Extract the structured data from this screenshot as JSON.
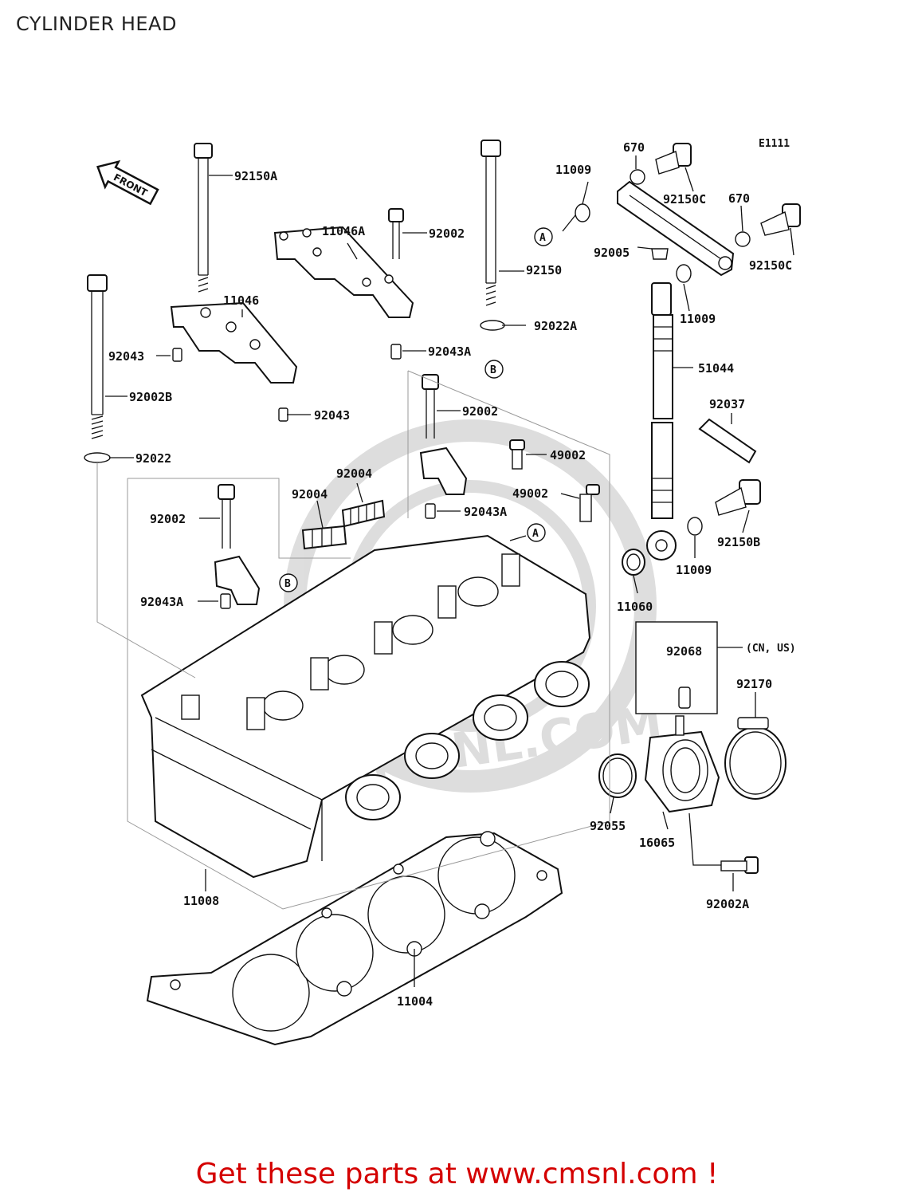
{
  "page_title": "CYLINDER HEAD",
  "diagram_code": "E1111",
  "front_label": "FRONT",
  "footer_text": "Get these parts at www.cmsnl.com !",
  "region_note": "(CN, US)",
  "watermark": "CMSNL.COM",
  "ref_markers": [
    "A",
    "B"
  ],
  "part_labels": {
    "p92150A": "92150A",
    "p11046A": "11046A",
    "p92002_top": "92002",
    "p92150": "92150",
    "p11009_top": "11009",
    "p670_a": "670",
    "p92150C_a": "92150C",
    "p670_b": "670",
    "p92150C_b": "92150C",
    "p92005": "92005",
    "p11009_mid": "11009",
    "p11046": "11046",
    "p92022A": "92022A",
    "p92043_a": "92043",
    "p92043A_top": "92043A",
    "p51044": "51044",
    "p92002B": "92002B",
    "p92043_b": "92043",
    "p92002_mid": "92002",
    "p92037": "92037",
    "p49002_a": "49002",
    "p92022": "92022",
    "p92004_a": "92004",
    "p92004_b": "92004",
    "p49002_b": "49002",
    "p92043A_mid": "92043A",
    "p92002_left": "92002",
    "p92150B": "92150B",
    "p11009_low": "11009",
    "p92043A_left": "92043A",
    "p11060": "11060",
    "p92068": "92068",
    "p92170": "92170",
    "p92055": "92055",
    "p16065": "16065",
    "p92002A": "92002A",
    "p11008": "11008",
    "p11004": "11004"
  }
}
